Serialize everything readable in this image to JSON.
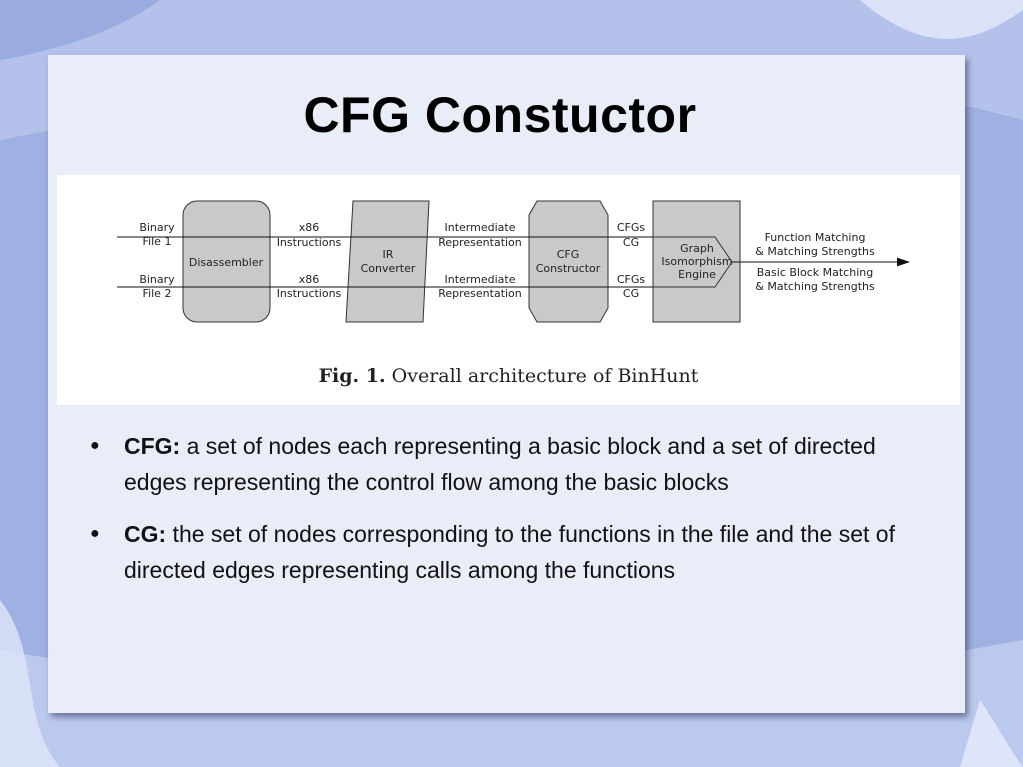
{
  "slide": {
    "title": "CFG Constuctor"
  },
  "figure": {
    "caption_label": "Fig. 1.",
    "caption_text": "Overall architecture of BinHunt",
    "inputs": [
      {
        "line1": "Binary",
        "line2": "File 1"
      },
      {
        "line1": "Binary",
        "line2": "File 2"
      }
    ],
    "stage_labels": {
      "x86_top_1": "x86",
      "x86_top_2": "Instructions",
      "x86_bot_1": "x86",
      "x86_bot_2": "Instructions",
      "ir_top_1": "Intermediate",
      "ir_top_2": "Representation",
      "ir_bot_1": "Intermediate",
      "ir_bot_2": "Representation",
      "cfg_top_1": "CFGs",
      "cfg_top_2": "CG",
      "cfg_bot_1": "CFGs",
      "cfg_bot_2": "CG"
    },
    "blocks": {
      "disassembler": "Disassembler",
      "ir_converter_1": "IR",
      "ir_converter_2": "Converter",
      "cfg_constructor_1": "CFG",
      "cfg_constructor_2": "Constructor",
      "graph_engine_1": "Graph",
      "graph_engine_2": "Isomorphism",
      "graph_engine_3": "Engine"
    },
    "outputs": {
      "top_1": "Function Matching",
      "top_2": "& Matching Strengths",
      "bot_1": "Basic Block Matching",
      "bot_2": "& Matching Strengths"
    }
  },
  "bullets": [
    {
      "term": "CFG:",
      "text": " a set of nodes each representing a basic block and a set of directed edges representing the control flow among the basic blocks"
    },
    {
      "term": "CG:",
      "text": " the set of nodes corresponding to the functions in the file and the set of directed edges representing calls among the functions"
    }
  ],
  "colors": {
    "background": "#aebde6",
    "panel": "#e9edf7",
    "block_fill": "#c9c9c9"
  }
}
